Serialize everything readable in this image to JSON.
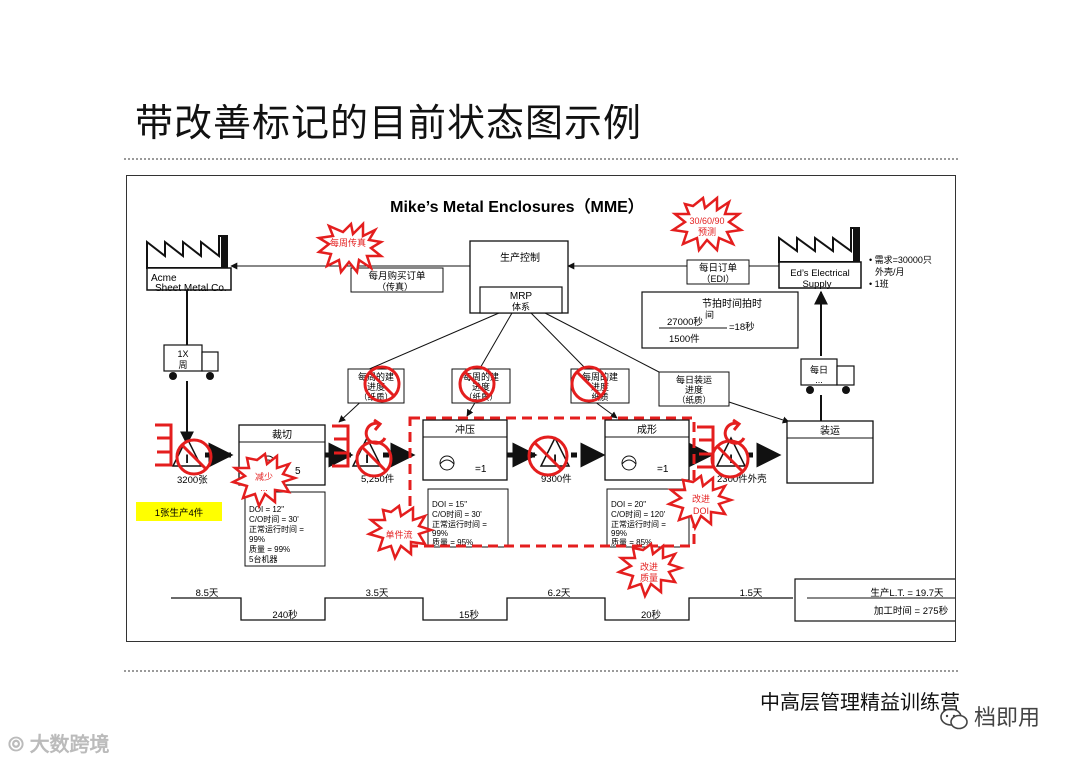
{
  "page": {
    "title": "带改善标记的目前状态图示例",
    "footer_org": "中高层管理精益训练营",
    "footer_left": "大数跨境",
    "footer_right": "档即用"
  },
  "vsm": {
    "title": "Mike’s Metal Enclosures（MME）",
    "supplier": {
      "line1": "Acme",
      "line2": "Sheet Metal Co."
    },
    "customer": {
      "line1": "Ed’s Electrical",
      "line2": "Supply",
      "notes": [
        "• 需求=30000只",
        "外壳/月",
        "• 1班"
      ]
    },
    "control": {
      "label": "生产控制",
      "mrp_line1": "MRP",
      "mrp_line2": "体系"
    },
    "orders": {
      "supplier_line1": "每月购买订单",
      "supplier_line2": "（传真）",
      "customer_line1": "每日订单",
      "customer_line2": "（EDI）"
    },
    "takt": {
      "line1": "节拍时间拍时",
      "line2": "间",
      "num": "27000秒",
      "den": "1500件",
      "result": "=18秒"
    },
    "truck_in": {
      "line1": "1X",
      "line2": "周"
    },
    "truck_out": {
      "line1": "每日",
      "line2": "..."
    },
    "schedules": [
      {
        "line1": "每周的建",
        "line2": "进度",
        "line3": "（纸质）"
      },
      {
        "line1": "每周的建",
        "line2": "进度",
        "line3": "（纸质）"
      },
      {
        "line1": "每周的建",
        "line2": "进度",
        "line3": "纸质"
      },
      {
        "line1": "每日装运",
        "line2": "进度",
        "line3": "（纸质）"
      }
    ],
    "processes": [
      {
        "name": "裁切",
        "count": "5"
      },
      {
        "name": "冲压",
        "count": "=1"
      },
      {
        "name": "成形",
        "count": "=1"
      },
      {
        "name": "装运",
        "count": ""
      }
    ],
    "inventory": [
      "3200张",
      "5,250件",
      "9300件",
      "2300件外壳"
    ],
    "data_boxes": [
      {
        "lines": [
          "DOI = 12\"",
          "C/O时间 = 30'",
          "正常运行时间 =",
          "99%",
          "质量 = 99%",
          "5台机器"
        ]
      },
      {
        "lines": [
          "DOI = 15\"",
          "C/O时间 = 30'",
          "正常运行时间 =",
          "99%",
          "质量 = 95%"
        ]
      },
      {
        "lines": [
          "DOI = 20\"",
          "C/O时间 = 120'",
          "正常运行时间 =",
          "99%",
          "质量 = 85%"
        ]
      }
    ],
    "highlight_note": "1张生产4件",
    "kaizen": {
      "fax": "每周传真",
      "forecast_line1": "30/60/90",
      "forecast_line2": "预测",
      "reduce_line1": "减少",
      "reduce_line2": "...",
      "single": "单件流",
      "improve_doi_line1": "改进",
      "improve_doi_line2": "DOI",
      "improve_quality_line1": "改进",
      "improve_quality_line2": "质量"
    },
    "timeline": {
      "days": [
        "8.5天",
        "3.5天",
        "6.2天",
        "1.5天"
      ],
      "seconds": [
        "240秒",
        "15秒",
        "20秒"
      ],
      "lead_time": "生产L.T. = 19.7天",
      "process_time": "加工时间 = 275秒"
    },
    "colors": {
      "kaizen": "#e41e1e",
      "highlight": "#ffff00",
      "line": "#111111"
    }
  }
}
